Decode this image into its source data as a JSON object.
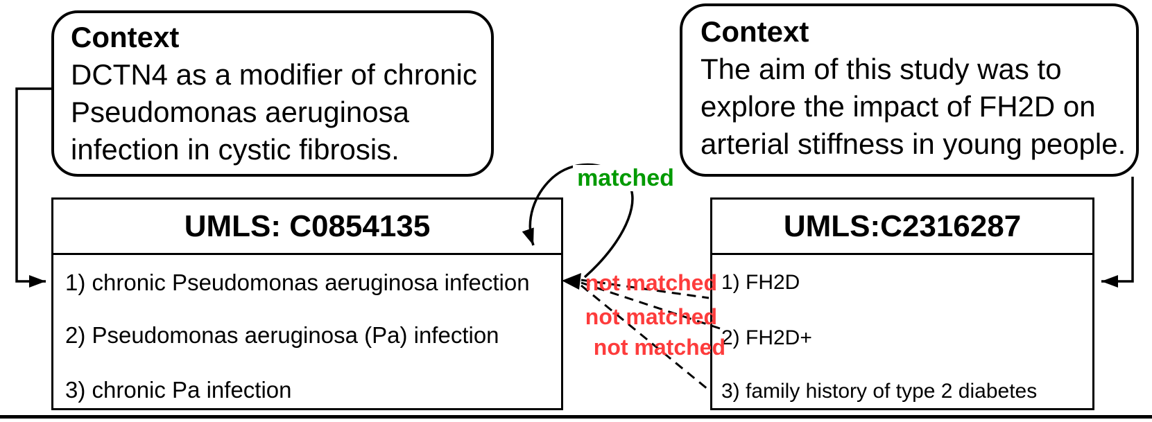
{
  "figure": {
    "type": "concept-matching-diagram",
    "colors": {
      "matched_green": "#009a00",
      "not_matched_red": "#fd3c3c",
      "line_black": "#000000",
      "background": "#ffffff"
    }
  },
  "left_context": {
    "title": "Context",
    "lines": [
      "DCTN4 as a modifier of chronic",
      "Pseudomonas aeruginosa",
      "infection in cystic fibrosis."
    ]
  },
  "right_context": {
    "title": "Context",
    "lines": [
      "The aim of this study was to",
      "explore the impact of FH2D on",
      "arterial stiffness in young people."
    ]
  },
  "left_box": {
    "header": "UMLS: C0854135",
    "items": [
      "1) chronic Pseudomonas aeruginosa infection",
      "2) Pseudomonas aeruginosa (Pa) infection",
      "3) chronic Pa infection"
    ]
  },
  "right_box": {
    "header": "UMLS:C2316287",
    "items": [
      "1) FH2D",
      "2) FH2D+",
      "3) family history of type 2 diabetes"
    ]
  },
  "labels": {
    "matched": "matched",
    "not_matched": [
      "not matched",
      "not matched",
      "not matched"
    ]
  },
  "relations": [
    {
      "label": "matched",
      "style": "solid-curved-arrow",
      "target": "left_box item 1 area"
    },
    {
      "label": "not matched",
      "style": "dashed-line",
      "from": "left_box item 1",
      "to": "right_box item 1"
    },
    {
      "label": "not matched",
      "style": "dashed-line",
      "from": "left_box item 1",
      "to": "right_box item 2"
    },
    {
      "label": "not matched",
      "style": "dashed-line",
      "from": "left_box item 1",
      "to": "right_box item 3"
    }
  ]
}
